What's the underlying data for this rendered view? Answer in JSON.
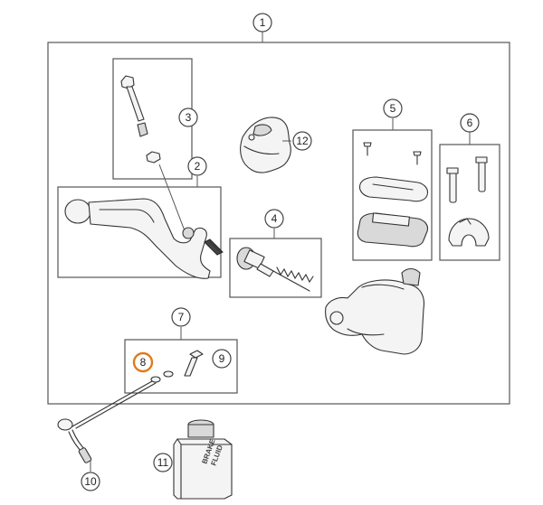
{
  "callouts": {
    "c1": "1",
    "c2": "2",
    "c3": "3",
    "c4": "4",
    "c5": "5",
    "c6": "6",
    "c7": "7",
    "c8": "8",
    "c9": "9",
    "c10": "10",
    "c11": "11",
    "c12": "12"
  },
  "fluid_label": {
    "line1": "BRAKE",
    "line2": "FLUID"
  },
  "colors": {
    "highlight": "#e07a1c",
    "stroke": "#333333"
  }
}
